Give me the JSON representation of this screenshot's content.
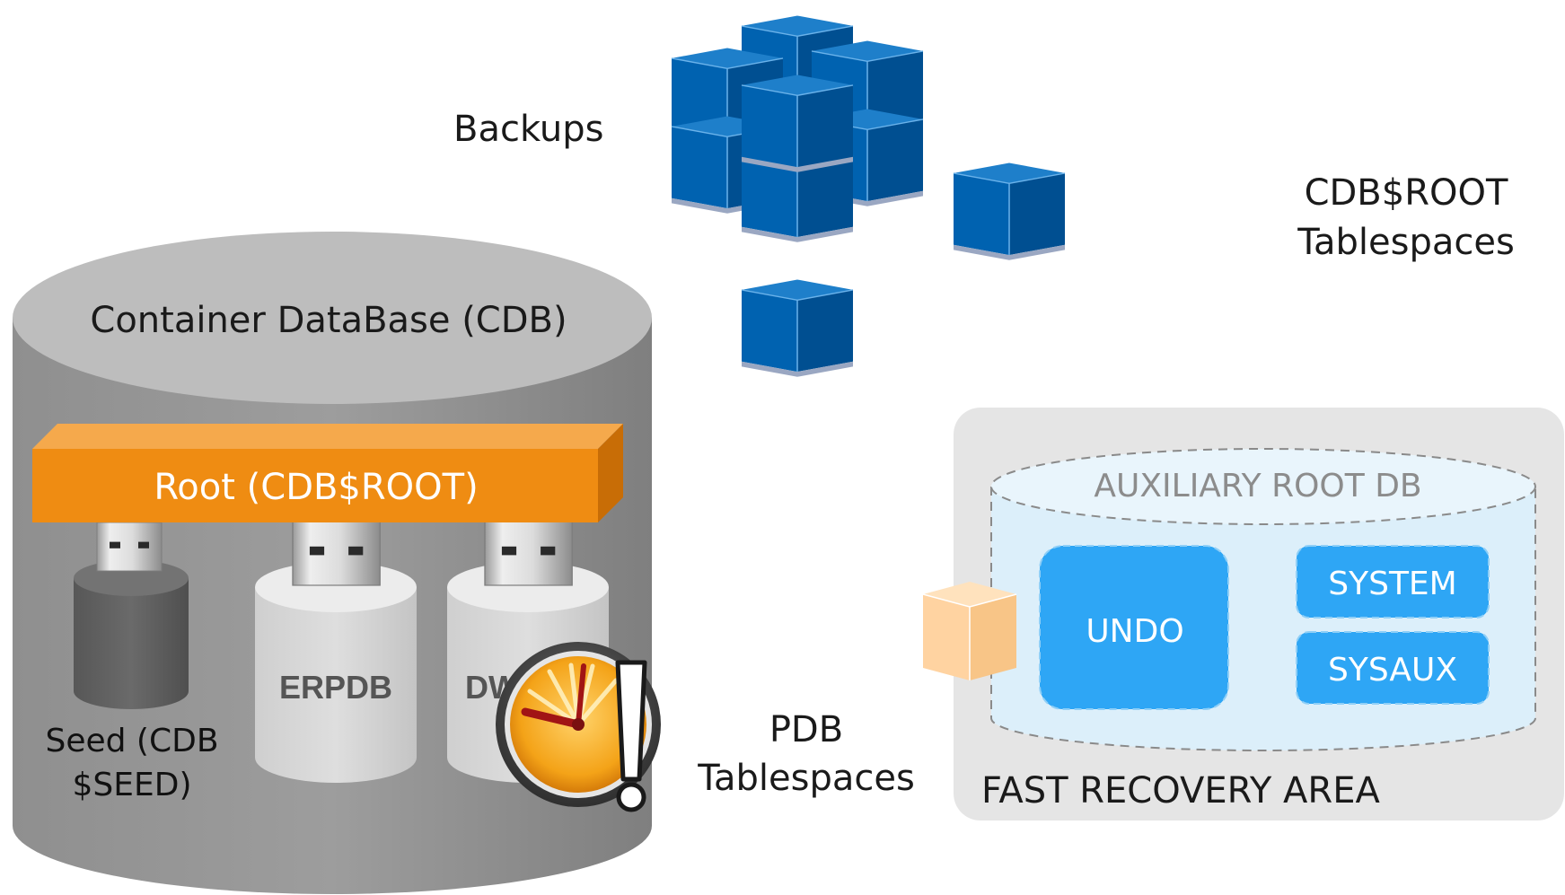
{
  "labels": {
    "backups": "Backups",
    "cdb_root_ts_line1": "CDB$ROOT",
    "cdb_root_ts_line2": "Tablespaces",
    "pdb_ts_line1": "PDB",
    "pdb_ts_line2": "Tablespaces"
  },
  "cdb": {
    "title": "Container DataBase (CDB)",
    "root_label": "Root (CDB$ROOT)",
    "seed_line1": "Seed (CDB",
    "seed_line2": "$SEED)",
    "pdb1_label": "ERPDB",
    "pdb2_label": "DW"
  },
  "fra": {
    "title": "FAST RECOVERY AREA",
    "aux_title": "AUXILIARY ROOT DB",
    "undo": "UNDO",
    "system": "SYSTEM",
    "sysaux": "SYSAUX"
  },
  "colors": {
    "cube_blue": "#0060ae",
    "cube_top": "#1e7fca",
    "cube_side": "#004b8a",
    "root_orange": "#ee8b12",
    "fra_blue": "#2ea6f5",
    "cdb_gray": "#8a8a8a",
    "aux_fill": "#dceffa"
  },
  "icons": {
    "backups": "cube-cluster-icon",
    "cdb_root_ts": "cube-icon",
    "pdb_ts": "cube-icon",
    "aux_cube": "cube-icon",
    "plug": "usb-plug-icon",
    "alarm": "alarm-clock-warning-icon"
  }
}
